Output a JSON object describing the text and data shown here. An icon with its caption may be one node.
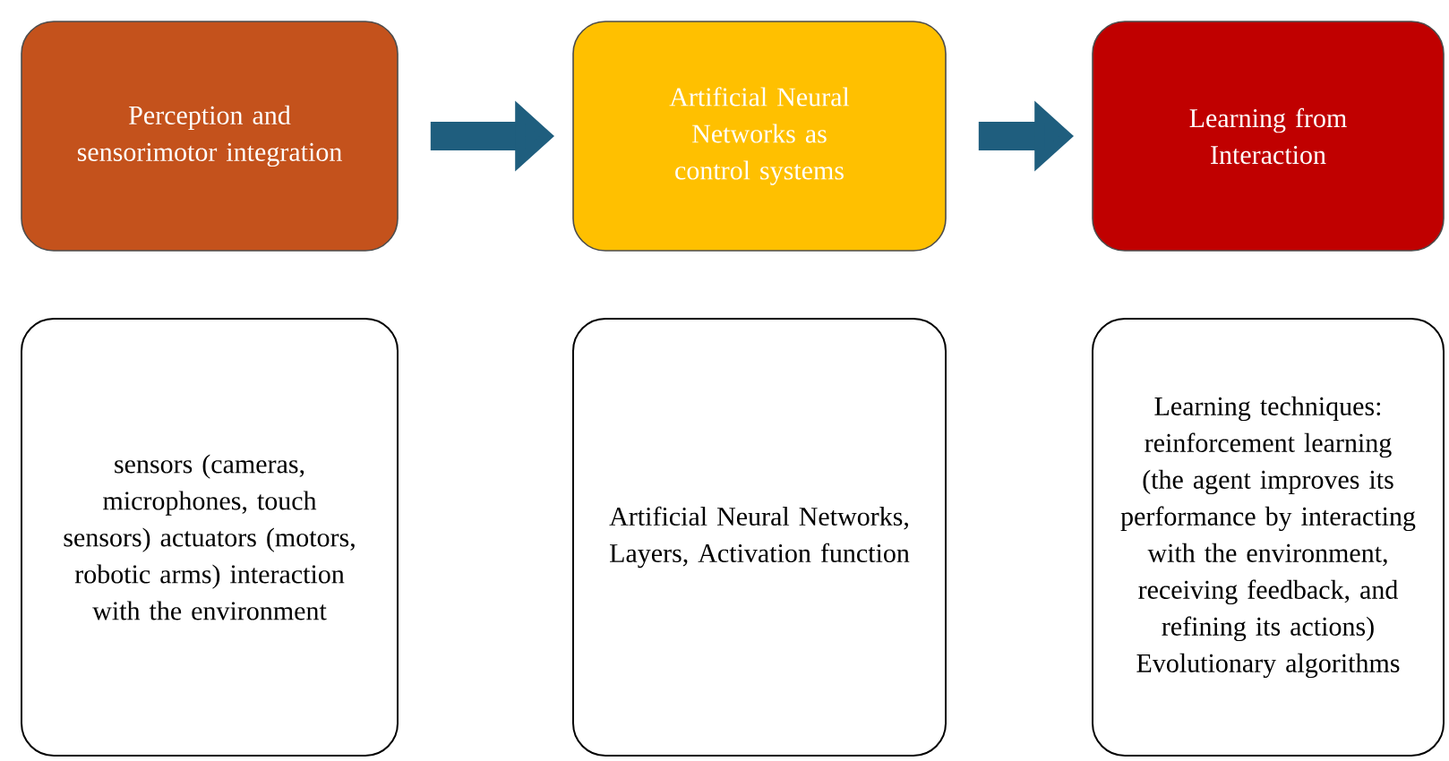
{
  "diagram": {
    "nodes": [
      {
        "text": [
          "Perception and sensorimotor integration"
        ]
      },
      {
        "text": [
          "Artificial Neural Networks as control systems"
        ]
      },
      {
        "text": [
          "Learning from Interaction"
        ]
      },
      {
        "text": [
          "sensors (cameras, microphones, touch sensors) actuators (motors, robotic arms) interaction with the environment"
        ]
      },
      {
        "text": [
          "Artificial Neural Networks, Layers, Activation function"
        ]
      },
      {
        "text": [
          "Learning techniques: reinforcement learning (the agent improves its performance by interacting with the environment, receiving feedback, and refining its actions) Evolutionary algorithms"
        ]
      }
    ],
    "edges": [
      {
        "from": 0,
        "to": 1,
        "arrow": "to"
      },
      {
        "from": 1,
        "to": 2,
        "arrow": "to"
      }
    ]
  }
}
